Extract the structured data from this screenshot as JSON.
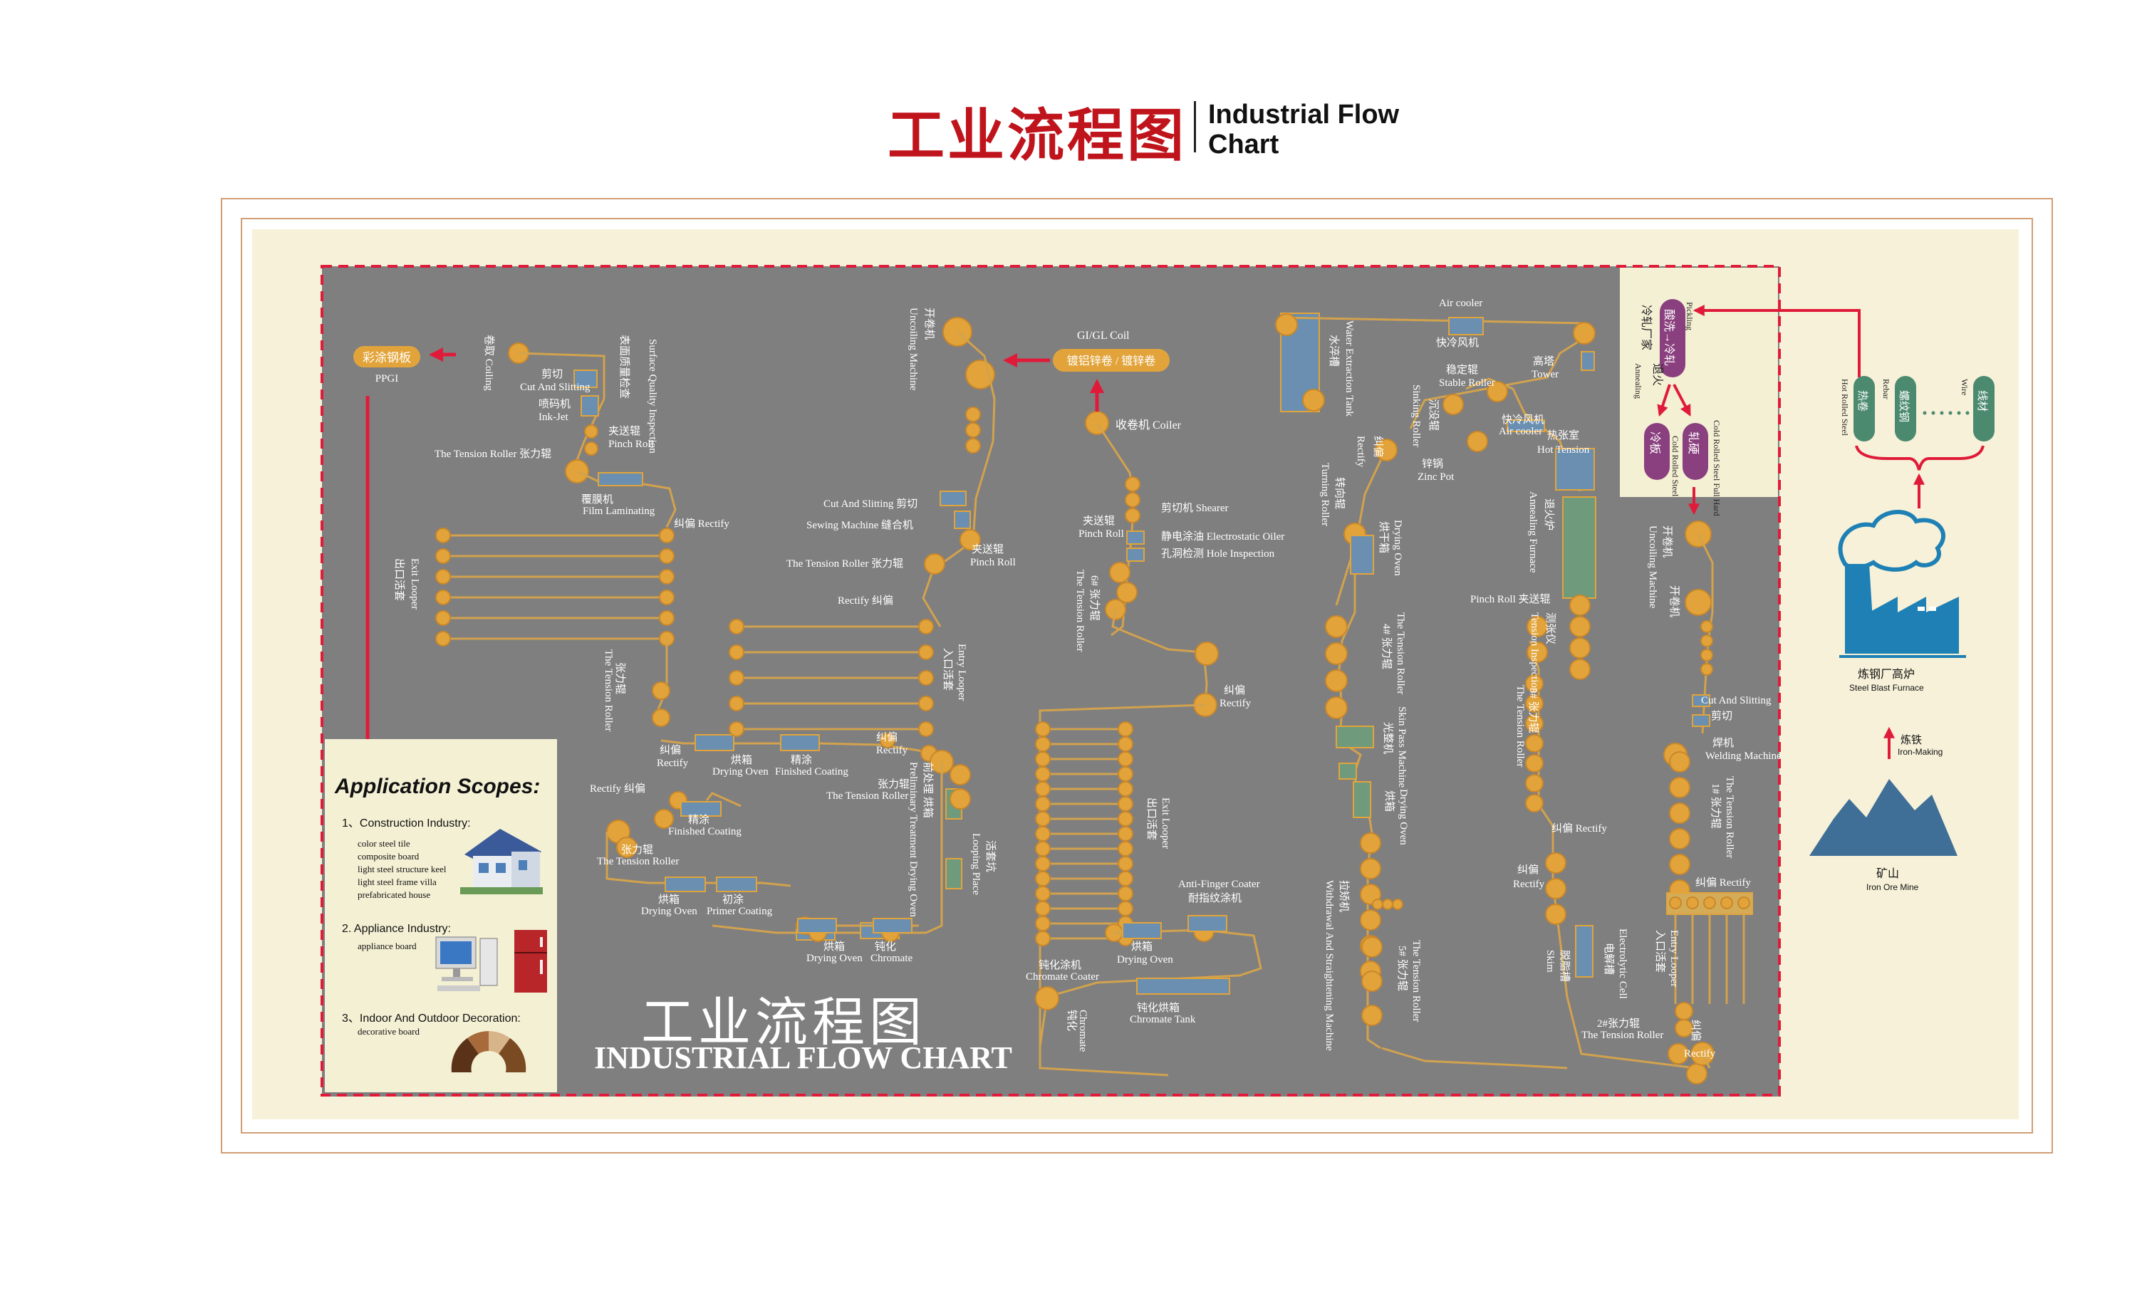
{
  "header": {
    "title_zh": "工业流程图",
    "title_en_line1": "Industrial Flow",
    "title_en_line2": "Chart"
  },
  "watermark": {
    "zh": "工业流程图",
    "en": "INDUSTRIAL FLOW CHART"
  },
  "colors": {
    "panel": "#7f7f80",
    "roller": "#e2a43a",
    "line": "#d2a24d",
    "arrow": "#e01b3a",
    "accent_red": "#c0141c",
    "purple": "#8a3f7e",
    "green": "#4c8a70",
    "factory": "#1e80b4",
    "mountain": "#3f6f96"
  },
  "top_center": {
    "coil_label": "GI/GL Coil",
    "coil_pill": "镀铝锌卷 / 镀锌卷",
    "coiler": "收卷机  Coiler",
    "ppgi_pill": "彩涂钢板",
    "ppgi_sub": "PPGI"
  },
  "labels": [
    {
      "id": "coiling",
      "text": "卷取 Coiling",
      "v": true
    },
    {
      "id": "cut1",
      "text": "剪切"
    },
    {
      "id": "cut1en",
      "text": "Cut And Slitting"
    },
    {
      "id": "surface",
      "text": "表面质量检查",
      "v": true
    },
    {
      "id": "surfaceen",
      "text": "Surface Quality Inspection",
      "v": true
    },
    {
      "id": "inkjet",
      "text": "喷码机"
    },
    {
      "id": "inkjeten",
      "text": "Ink-Jet"
    },
    {
      "id": "pinch1",
      "text": "夹送辊"
    },
    {
      "id": "pinch1en",
      "text": "Pinch Roll"
    },
    {
      "id": "tension1",
      "text": "The Tension Roller 张力辊"
    },
    {
      "id": "film",
      "text": "覆膜机"
    },
    {
      "id": "filmen",
      "text": "Film Laminating"
    },
    {
      "id": "rect1",
      "text": "纠偏  Rectify"
    },
    {
      "id": "exitlooper",
      "text": "出口活套",
      "v": true
    },
    {
      "id": "exitlooperen",
      "text": "Exit Looper",
      "v": true
    },
    {
      "id": "tension2",
      "text": "张力辊",
      "v": true
    },
    {
      "id": "tension2en",
      "text": "The Tension Roller",
      "v": true
    },
    {
      "id": "rect2",
      "text": "纠偏"
    },
    {
      "id": "rect2en",
      "text": "Rectify"
    },
    {
      "id": "oven1",
      "text": "烘箱"
    },
    {
      "id": "oven1en",
      "text": "Drying Oven"
    },
    {
      "id": "fin1",
      "text": "精涂"
    },
    {
      "id": "fin1en",
      "text": "Finished Coating"
    },
    {
      "id": "rect3",
      "text": "纠偏"
    },
    {
      "id": "rect3en",
      "text": "Rectify"
    },
    {
      "id": "tension3",
      "text": "张力辊"
    },
    {
      "id": "tension3en",
      "text": "The Tension Roller"
    },
    {
      "id": "rect4",
      "text": "Rectify 纠偏"
    },
    {
      "id": "fin2",
      "text": "精涂"
    },
    {
      "id": "fin2en",
      "text": "Finished Coating"
    },
    {
      "id": "tension4",
      "text": "张力辊"
    },
    {
      "id": "tension4en",
      "text": "The Tension Roller"
    },
    {
      "id": "oven2",
      "text": "烘箱"
    },
    {
      "id": "oven2en",
      "text": "Drying Oven"
    },
    {
      "id": "primer",
      "text": "初涂"
    },
    {
      "id": "primeren",
      "text": "Primer Coating"
    },
    {
      "id": "oven3",
      "text": "烘箱"
    },
    {
      "id": "oven3en",
      "text": "Drying Oven"
    },
    {
      "id": "chrom1",
      "text": "钝化"
    },
    {
      "id": "chrom1en",
      "text": "Chromate"
    },
    {
      "id": "pretreat",
      "text": "前处理  烘箱",
      "v": true
    },
    {
      "id": "pretreaten",
      "text": "Preliminary Treatment Drying Oven",
      "v": true
    },
    {
      "id": "loopingpit",
      "text": "活套坑",
      "v": true
    },
    {
      "id": "loopingpiten",
      "text": "Looping Place",
      "v": true
    },
    {
      "id": "uncoil1",
      "text": "开卷机",
      "v": true
    },
    {
      "id": "uncoil1en",
      "text": "Uncoiling Machine",
      "v": true
    },
    {
      "id": "cut2",
      "text": "Cut And Slitting  剪切"
    },
    {
      "id": "sew",
      "text": "Sewing Machine  缝合机"
    },
    {
      "id": "pinch2",
      "text": "夹送辊"
    },
    {
      "id": "pinch2en",
      "text": "Pinch Roll"
    },
    {
      "id": "tension5",
      "text": "The Tension Roller  张力辊"
    },
    {
      "id": "rect5",
      "text": "Rectify  纠偏"
    },
    {
      "id": "entrylooper",
      "text": "入口活套",
      "v": true
    },
    {
      "id": "entrylooperen",
      "text": "Entry Looper",
      "v": true
    },
    {
      "id": "shearer",
      "text": "剪切机  Shearer"
    },
    {
      "id": "pinch3",
      "text": "夹送辊"
    },
    {
      "id": "pinch3en",
      "text": "Pinch Roll"
    },
    {
      "id": "oiler",
      "text": "静电涂油 Electrostatic Oiler"
    },
    {
      "id": "hole",
      "text": "孔洞检测  Hole Inspection"
    },
    {
      "id": "t6",
      "text": "6# 张力辊",
      "v": true
    },
    {
      "id": "t6en",
      "text": "The Tension Roller",
      "v": true
    },
    {
      "id": "rect6",
      "text": "纠偏"
    },
    {
      "id": "rect6en",
      "text": "Rectify"
    },
    {
      "id": "exitlooper2",
      "text": "出口活套",
      "v": true
    },
    {
      "id": "exitlooper2en",
      "text": "Exit Looper",
      "v": true
    },
    {
      "id": "afc",
      "text": "Anti-Finger  Coater"
    },
    {
      "id": "afczh",
      "text": "耐指纹涂机"
    },
    {
      "id": "oven4",
      "text": "烘箱"
    },
    {
      "id": "oven4en",
      "text": "Drying Oven"
    },
    {
      "id": "chromc",
      "text": "钝化涂机"
    },
    {
      "id": "chromcen",
      "text": "Chromate Coater"
    },
    {
      "id": "chromt",
      "text": "钝化烘箱"
    },
    {
      "id": "chromten",
      "text": "Chromate Tank"
    },
    {
      "id": "chrom2",
      "text": "钝化",
      "v": true
    },
    {
      "id": "chrom2en",
      "text": "Chromate",
      "v": true
    },
    {
      "id": "aircool",
      "text": "Air cooler"
    },
    {
      "id": "aircoolzh",
      "text": "快冷风机"
    },
    {
      "id": "water",
      "text": "水淬槽",
      "v": true
    },
    {
      "id": "wateren",
      "text": "Water Extraction Tank",
      "v": true
    },
    {
      "id": "stable",
      "text": "稳定辊"
    },
    {
      "id": "stableen",
      "text": "Stable Roller"
    },
    {
      "id": "tower",
      "text": "高塔"
    },
    {
      "id": "toweren",
      "text": "Tower"
    },
    {
      "id": "sink",
      "text": "沉没辊",
      "v": true
    },
    {
      "id": "sinken",
      "text": "Sinking Roller",
      "v": true
    },
    {
      "id": "air2",
      "text": "快冷风机"
    },
    {
      "id": "air2en",
      "text": "Air cooler"
    },
    {
      "id": "hottension",
      "text": "热张室"
    },
    {
      "id": "hottensionen",
      "text": "Hot Tension"
    },
    {
      "id": "rect7",
      "text": "纠偏",
      "v": true
    },
    {
      "id": "rect7en",
      "text": "Rectify",
      "v": true
    },
    {
      "id": "zinc",
      "text": "锌锅"
    },
    {
      "id": "zincen",
      "text": "Zinc Pot"
    },
    {
      "id": "turn",
      "text": "转向辊",
      "v": true
    },
    {
      "id": "turnen",
      "text": "Turning Roller",
      "v": true
    },
    {
      "id": "oven5",
      "text": "烘干箱",
      "v": true
    },
    {
      "id": "oven5en",
      "text": "Drying Oven",
      "v": true
    },
    {
      "id": "anneal",
      "text": "退火炉",
      "v": true
    },
    {
      "id": "annealen",
      "text": "Annealing Furnace",
      "v": true
    },
    {
      "id": "pinch4",
      "text": "Pinch Roll  夹送辊"
    },
    {
      "id": "tinsp",
      "text": "测张仪",
      "v": true
    },
    {
      "id": "tinspen",
      "text": "Tension Inspection",
      "v": true
    },
    {
      "id": "t4",
      "text": "4# 张力辊",
      "v": true
    },
    {
      "id": "t4en",
      "text": "The Tension Roller",
      "v": true
    },
    {
      "id": "t3",
      "text": "3# 张力辊",
      "v": true
    },
    {
      "id": "t3en",
      "text": "The Tension Roller",
      "v": true
    },
    {
      "id": "skinpass",
      "text": "光整机",
      "v": true
    },
    {
      "id": "skinpassen",
      "text": "Skin Pass Machine",
      "v": true
    },
    {
      "id": "oven6",
      "text": "烘箱",
      "v": true
    },
    {
      "id": "oven6en",
      "text": "Drying Oven",
      "v": true
    },
    {
      "id": "rect8",
      "text": "纠偏  Rectify"
    },
    {
      "id": "rect9",
      "text": "纠偏"
    },
    {
      "id": "rect9en",
      "text": "Rectify"
    },
    {
      "id": "withdraw",
      "text": "拉矫机",
      "v": true
    },
    {
      "id": "withdrawen",
      "text": "Withdrawal And Straightening Machine",
      "v": true
    },
    {
      "id": "t5",
      "text": "5# 张力辊",
      "v": true
    },
    {
      "id": "t5en",
      "text": "The Tension Roller",
      "v": true
    },
    {
      "id": "degrease",
      "text": "脱脂槽",
      "v": true
    },
    {
      "id": "degreaseen",
      "text": "Skim",
      "v": true
    },
    {
      "id": "eclean",
      "text": "电解槽",
      "v": true
    },
    {
      "id": "ecleanen",
      "text": "Electrolytic Cell",
      "v": true
    },
    {
      "id": "entrylooper2",
      "text": "入口活套",
      "v": true
    },
    {
      "id": "entrylooper2en",
      "text": "Entry Looper",
      "v": true
    },
    {
      "id": "t2",
      "text": "2#张力辊"
    },
    {
      "id": "t2en",
      "text": "The Tension Roller"
    },
    {
      "id": "rect10",
      "text": "纠偏",
      "v": true
    },
    {
      "id": "rect10en",
      "text": "Rectify"
    },
    {
      "id": "uncoil2",
      "text": "开卷机",
      "v": true
    },
    {
      "id": "uncoil2en",
      "text": "Uncoiling Machine",
      "v": true
    },
    {
      "id": "uncoil3",
      "text": "开卷机",
      "v": true
    },
    {
      "id": "cut3",
      "text": "Cut And Slitting"
    },
    {
      "id": "cut3zh",
      "text": "剪切"
    },
    {
      "id": "weld",
      "text": "焊机"
    },
    {
      "id": "welden",
      "text": "Welding Machine"
    },
    {
      "id": "t1",
      "text": "1# 张力辊",
      "v": true
    },
    {
      "id": "t1en",
      "text": "The Tension Roller",
      "v": true
    },
    {
      "id": "rect11",
      "text": "纠偏    Rectify"
    }
  ],
  "cold_mill": {
    "pickling_zh": "酸洗→冷轧",
    "pickling_en": "Pickling",
    "plant": "冷轧厂家",
    "annealing_zh": "退火",
    "annealing_en": "Annealing",
    "cold_plate": "冷板",
    "cold_plate_en": "Cold Rolled Steel",
    "full_hard": "轧硬",
    "full_hard_en": "Cold Rolled Steel Full Hard"
  },
  "upstream": {
    "hot_coil": "热卷",
    "hot_coil_en": "Hot Rolled Steel",
    "rebar": "螺纹钢",
    "rebar_en": "Rebar",
    "wire": "线材",
    "wire_en": "Wire",
    "furnace_zh": "炼钢厂高炉",
    "furnace_en": "Steel Blast Furnace",
    "iron_zh": "炼铁",
    "iron_en": "Iron-Making",
    "mine_zh": "矿山",
    "mine_en": "Iron Ore Mine"
  },
  "application": {
    "title": "Application Scopes:",
    "item1_head": "1、Construction Industry:",
    "item1_lines": [
      "color steel tile",
      "composite board",
      "light steel structure keel",
      "light steel frame villa",
      "prefabricated house"
    ],
    "item2_head": "2. Appliance Industry:",
    "item2_lines": [
      "appliance board"
    ],
    "item3_head": "3、Indoor And Outdoor Decoration:",
    "item3_lines": [
      "decorative board"
    ]
  }
}
